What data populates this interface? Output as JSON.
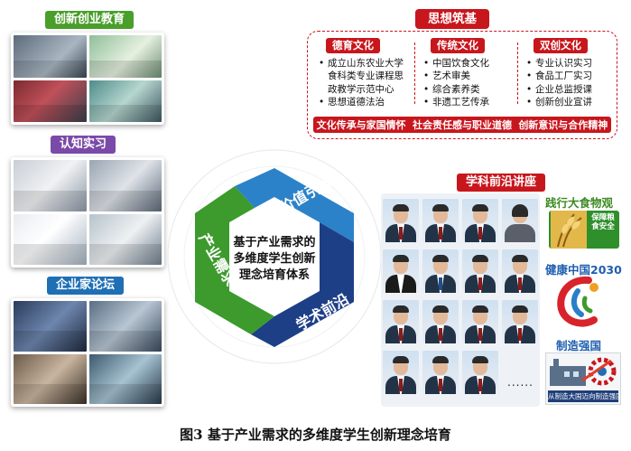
{
  "left": {
    "innovation_education": "创新创业教育",
    "cognitive_internship": "认知实习",
    "entrepreneur_forum": "企业家论坛"
  },
  "values": {
    "title": "思想筑基",
    "columns": [
      {
        "title": "德育文化",
        "items": [
          "成立山东农业大学",
          "食科类专业课程思",
          "政教学示范中心",
          "思想道德法治"
        ]
      },
      {
        "title": "传统文化",
        "items": [
          "中国饮食文化",
          "艺术审美",
          "综合素养类",
          "非遗工艺传承"
        ]
      },
      {
        "title": "双创文化",
        "items": [
          "专业认识实习",
          "食品工厂实习",
          "企业总监授课",
          "创新创业宣讲"
        ]
      }
    ],
    "bottom": [
      "文化传承与家国情怀",
      "社会责任感与职业道德",
      "创新意识与合作精神"
    ]
  },
  "center": {
    "line1": "基于产业需求的",
    "line2": "多维度学生创新",
    "line3": "理念培育体系",
    "value_guide": "价值引领",
    "academic_frontier": "学术前沿",
    "industry_demand": "产业需求"
  },
  "lecture": {
    "title": "学科前沿讲座",
    "ellipsis": "......"
  },
  "right": {
    "food_view": "践行大食物观",
    "food_badge": "保障粮食安全",
    "healthy_china": "健康中国2030",
    "manufacturing": "制造强国",
    "manufacturing_sub": "从制造大国迈向制造强国"
  },
  "caption": "图3 基于产业需求的多维度学生创新理念培育",
  "colors": {
    "red": "#c8161d",
    "green": "#4a9e2a",
    "purple": "#7a4aa8",
    "blue": "#1f6fb5",
    "hex_green": "#3d9a2d",
    "hex_teal": "#2b82c9",
    "hex_navy": "#1d3f86"
  },
  "icons": [
    "wheat-icon",
    "healthy-china-logo-icon",
    "factory-gear-icon"
  ]
}
